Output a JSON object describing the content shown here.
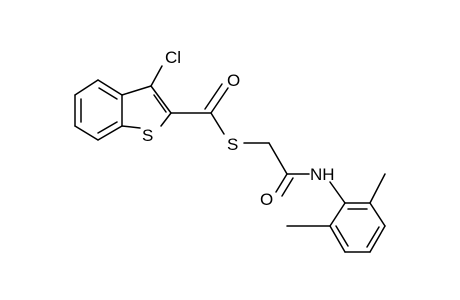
{
  "molecule": {
    "atoms": {
      "chlorine": "Cl",
      "ring_sulfur": "S",
      "thioester_sulfur": "S",
      "thioester_oxygen": "O",
      "amide_oxygen": "O",
      "amide_nitrogen": "NH"
    },
    "colors": {
      "bond": "#000000",
      "label": "#000000",
      "background": "#ffffff"
    }
  }
}
